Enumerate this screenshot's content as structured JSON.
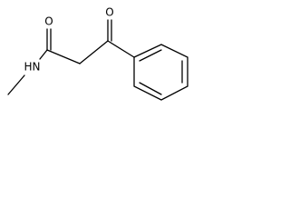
{
  "molecule": {
    "atoms": {
      "O1": "O",
      "O2": "O",
      "N": "N",
      "H": "H"
    },
    "colors": {
      "bond": "#000000",
      "background": "#ffffff"
    }
  }
}
